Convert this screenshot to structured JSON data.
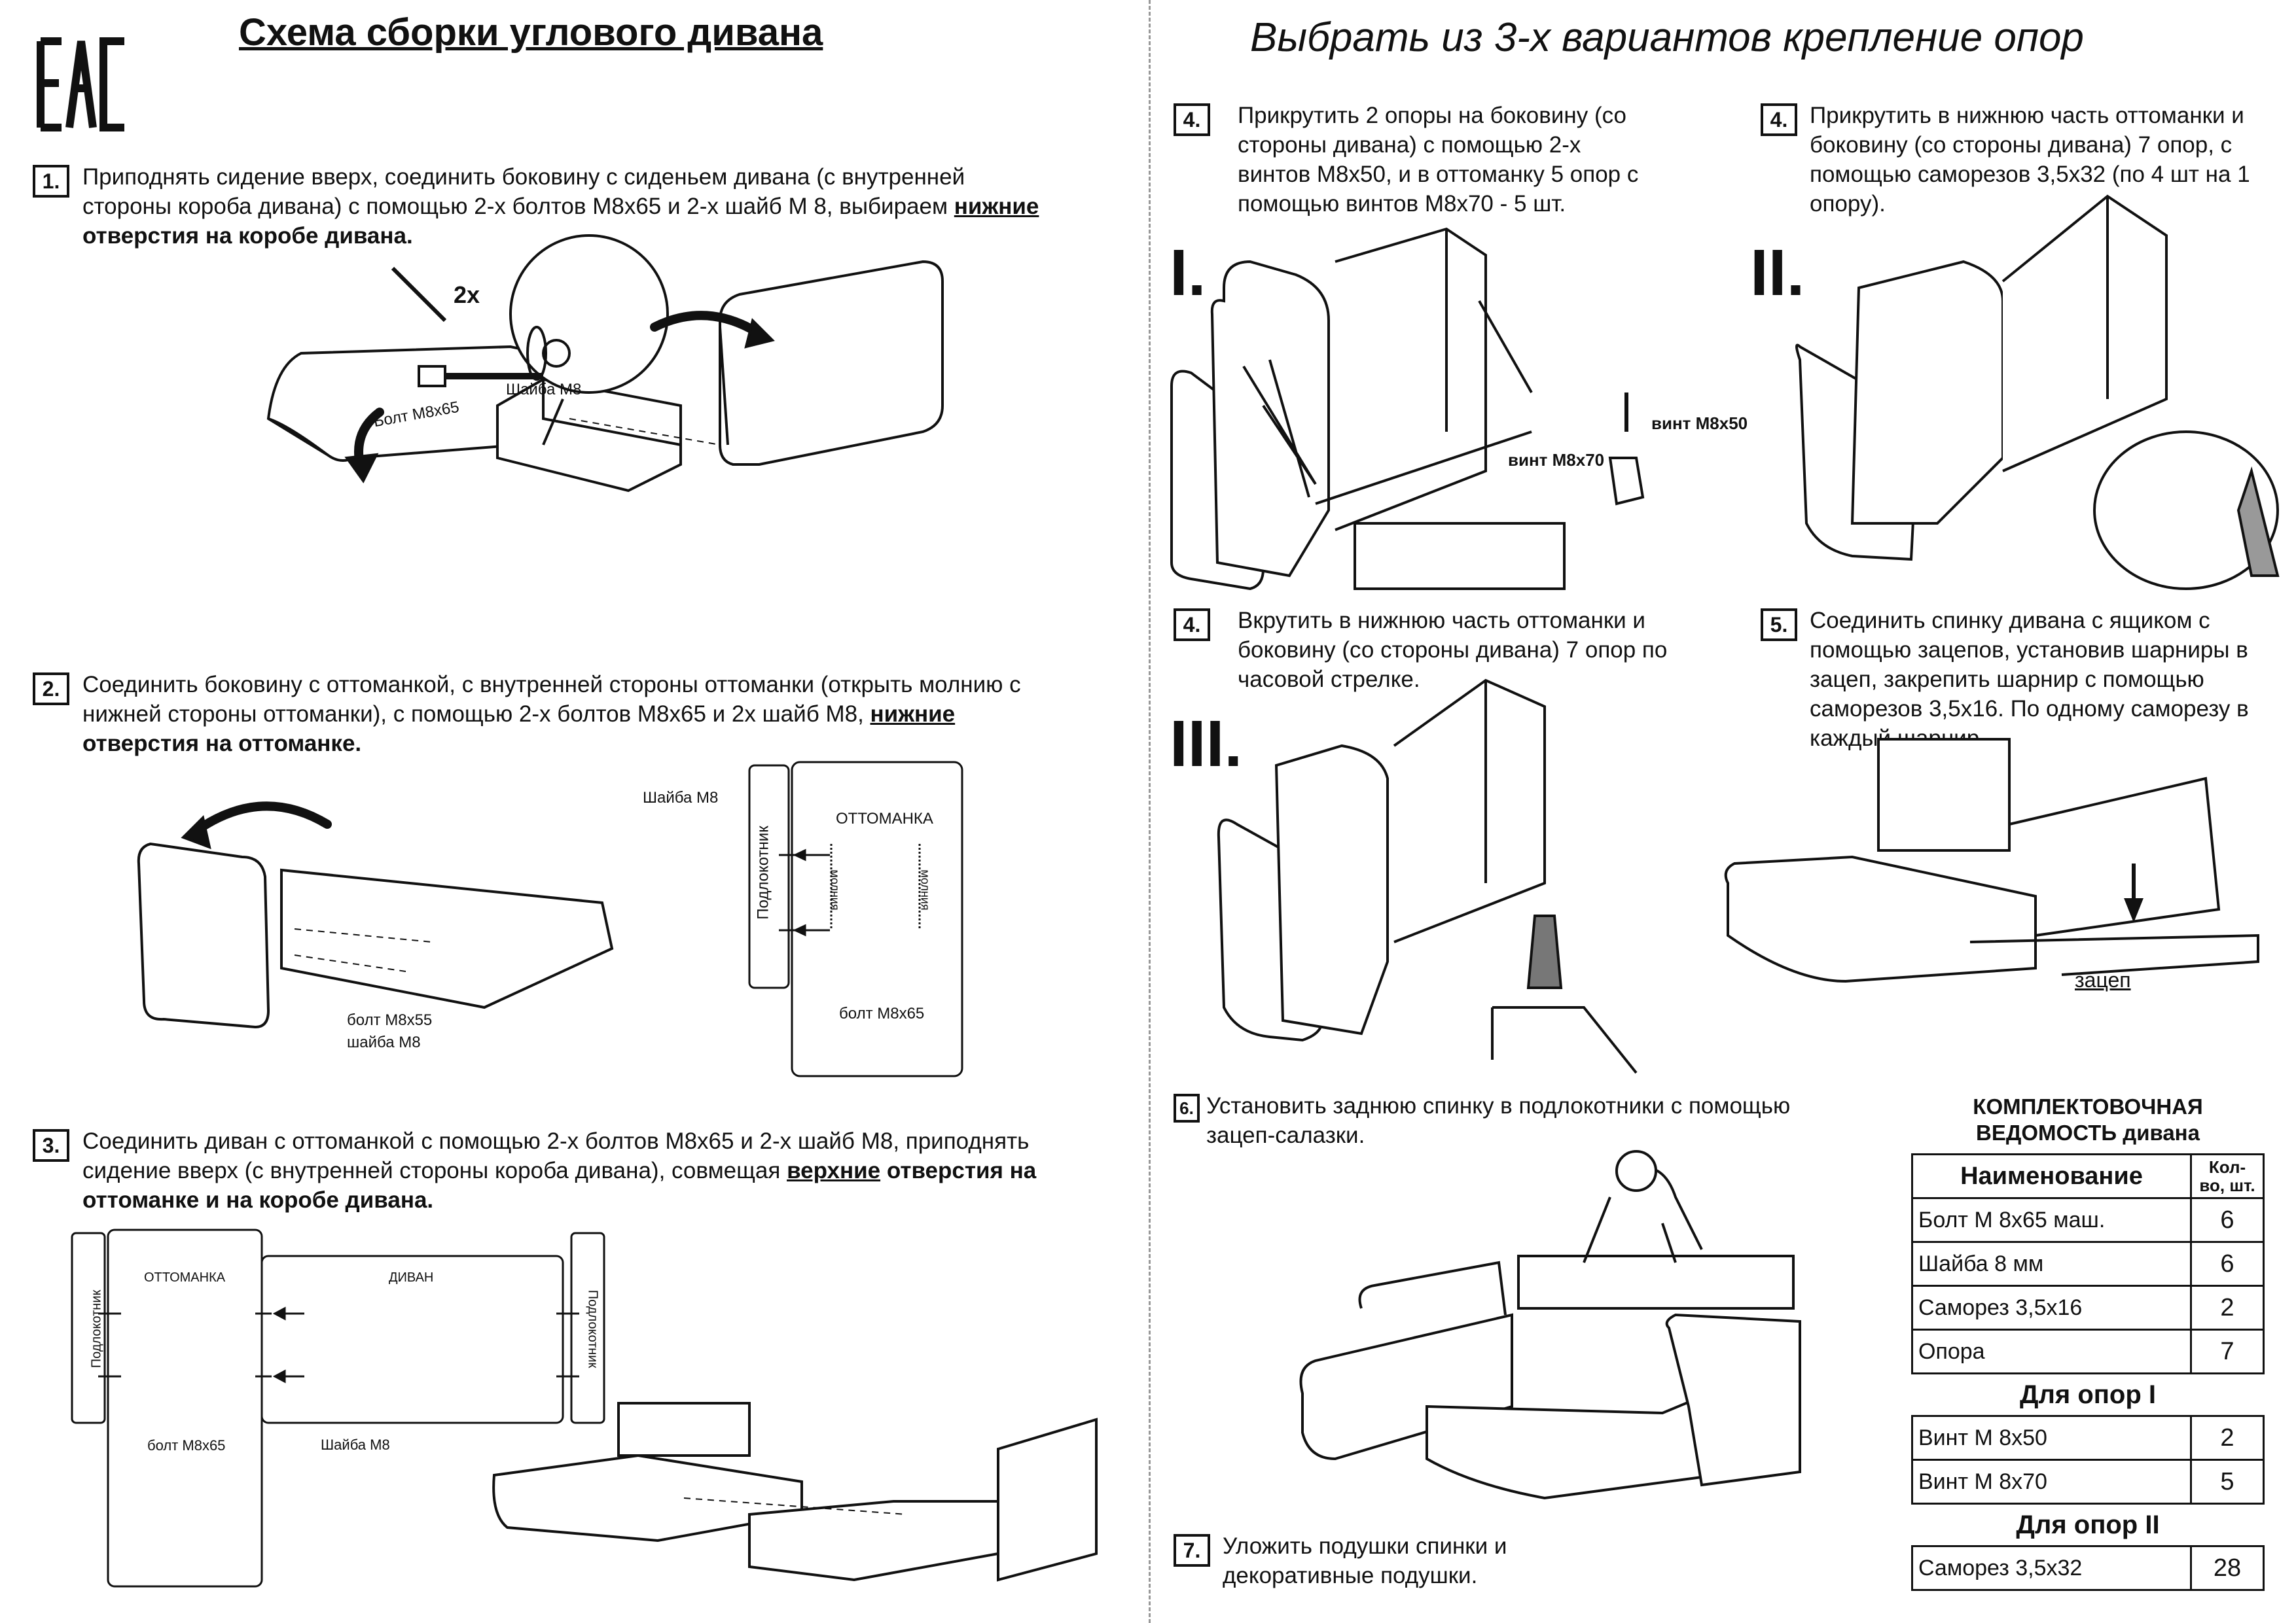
{
  "logo": "EAC",
  "title_left": "Схема сборки углового дивана",
  "title_right": "Выбрать из 3-х вариантов крепление опор",
  "steps": [
    {
      "num": "1.",
      "pre": "Приподнять сидение вверх, соединить боковину с сиденьем дивана (с внутренней стороны короба дивана) с помощью 2-х болтов М8х65 и 2-х шайб М 8, выбираем ",
      "em": "нижние",
      "post": " отверстия на коробе дивана."
    },
    {
      "num": "2.",
      "pre": "Соединить боковину с оттоманкой, с внутренней стороны оттоманки (открыть молнию с нижней стороны оттоманки), с помощью 2-х болтов М8х65 и 2х шайб М8, ",
      "em": "нижние",
      "post": " отверстия на оттоманке."
    },
    {
      "num": "3.",
      "pre": "Соединить диван с оттоманкой с помощью 2-х болтов М8х65 и 2-х шайб М8, приподнять сидение вверх (с внутренней стороны короба дивана), совмещая ",
      "em": "верхние",
      "post": " отверстия на оттоманке и на коробе дивана."
    },
    {
      "num": "4.",
      "text": "Прикрутить 2 опоры на боковину (со стороны дивана) с помощью 2-х винтов М8х50, и в оттоманку 5 опор с помощью винтов М8х70 - 5 шт."
    },
    {
      "num": "4.",
      "text": "Прикрутить в нижнюю часть оттоманки и боковину (со стороны дивана) 7 опор, с помощью саморезов 3,5х32 (по 4 шт на 1 опору)."
    },
    {
      "num": "4.",
      "text": "Вкрутить в нижнюю часть оттоманки и боковину (со стороны дивана) 7 опор по часовой стрелке."
    },
    {
      "num": "5.",
      "text": "Соединить спинку дивана с ящиком  с помощью зацепов, установив шарниры в зацеп, закрепить шарнир с помощью саморезов 3,5х16. По одному саморезу в каждый шарнир."
    },
    {
      "num": "6.",
      "text": "Установить заднюю спинку в подлокотники с помощью зацеп-салазки."
    },
    {
      "num": "7.",
      "text": "Уложить подушки спинки и декоративные подушки."
    }
  ],
  "variants": [
    "I.",
    "II.",
    "III."
  ],
  "labels": {
    "x2": "2x",
    "bolt_m8x65": "Болт М8х65",
    "washer_m8": "Шайба М8",
    "washer_m8_small": "Шайба М8",
    "ottoman": "ОТТОМАНКА",
    "armrest": "Подлокотник",
    "zipper": "молния",
    "bolt_m8x65_lc": "болт М8х65",
    "bolt_m8x55": "болт М8х55",
    "washer_m8_lc": "шайба М8",
    "sofa": "ДИВАН",
    "screw_m8x50": "винт М8х50",
    "screw_m8x70": "винт М8х70",
    "hook": "зацеп"
  },
  "table": {
    "heading": "КОМПЛЕКТОВОЧНАЯ ВЕДОМОСТЬ дивана",
    "col_name": "Наименование",
    "col_qty": "Кол-во, шт.",
    "rows": [
      {
        "name": "Болт М 8х65 маш.",
        "qty": "6"
      },
      {
        "name": "Шайба 8 мм",
        "qty": "6"
      },
      {
        "name": "Саморез 3,5х16",
        "qty": "2"
      },
      {
        "name": "Опора",
        "qty": "7"
      }
    ],
    "section1": "Для опор I",
    "rows1": [
      {
        "name": "Винт М 8х50",
        "qty": "2"
      },
      {
        "name": "Винт М 8х70",
        "qty": "5"
      }
    ],
    "section2": "Для опор II",
    "rows2": [
      {
        "name": "Саморез 3,5х32",
        "qty": "28"
      }
    ]
  }
}
